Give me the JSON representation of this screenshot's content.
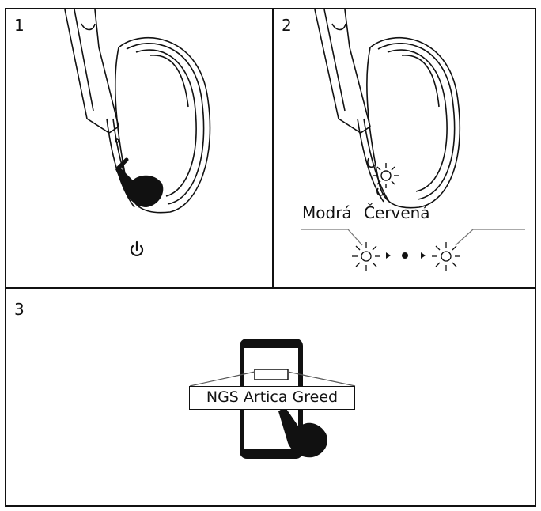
{
  "steps": [
    {
      "number": "1"
    },
    {
      "number": "2"
    },
    {
      "number": "3"
    }
  ],
  "labels": {
    "blue": "Modrá",
    "red": "Červená"
  },
  "device_name": "NGS Artica Greed",
  "icons": {
    "power": "power-icon",
    "blink": "blinking-light-icon",
    "phone": "smartphone-icon",
    "hand": "pointing-hand-icon"
  }
}
